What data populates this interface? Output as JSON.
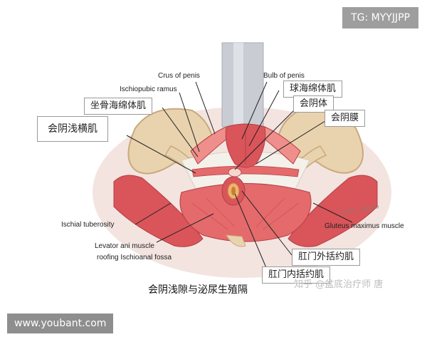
{
  "header": {
    "tag": "TG: MYYJJPP"
  },
  "footer": {
    "url": "www.youbant.com"
  },
  "figure": {
    "caption": "会阴浅隙与泌尿生殖隔",
    "watermark": "知乎 @盆底治疗师 唐",
    "artist_signature": "Tucker Higgins"
  },
  "labels_en": {
    "crus_of_penis": "Crus of penis",
    "bulb_of_penis": "Bulb of penis",
    "ischiopubic_ramus": "Ischiopubic ramus",
    "ischial_tuberosity": "Ischial tuberosity",
    "levator_ani_line1": "Levator ani muscle",
    "levator_ani_line2": "roofing Ischioanal fossa",
    "gluteus_maximus": "Gluteus maximus muscle"
  },
  "labels_cn": {
    "bulbospongiosus": "球海绵体肌",
    "ischiocavernosus": "坐骨海绵体肌",
    "perineal_body": "会阴体",
    "perineal_membrane": "会阴膜",
    "superficial_transverse_perineal": "会阴浅横肌",
    "external_anal_sphincter": "肛门外括约肌",
    "internal_anal_sphincter": "肛门内括约肌"
  },
  "colors": {
    "muscle": "#d9555a",
    "muscle_light": "#ef8f8c",
    "bone": "#e9d3ae",
    "bone_shadow": "#c9a97c",
    "skin_bg": "#f3e4e0",
    "membrane": "#f4f1ea",
    "shaft": "#c9ccd3",
    "leader_line": "#222222"
  }
}
